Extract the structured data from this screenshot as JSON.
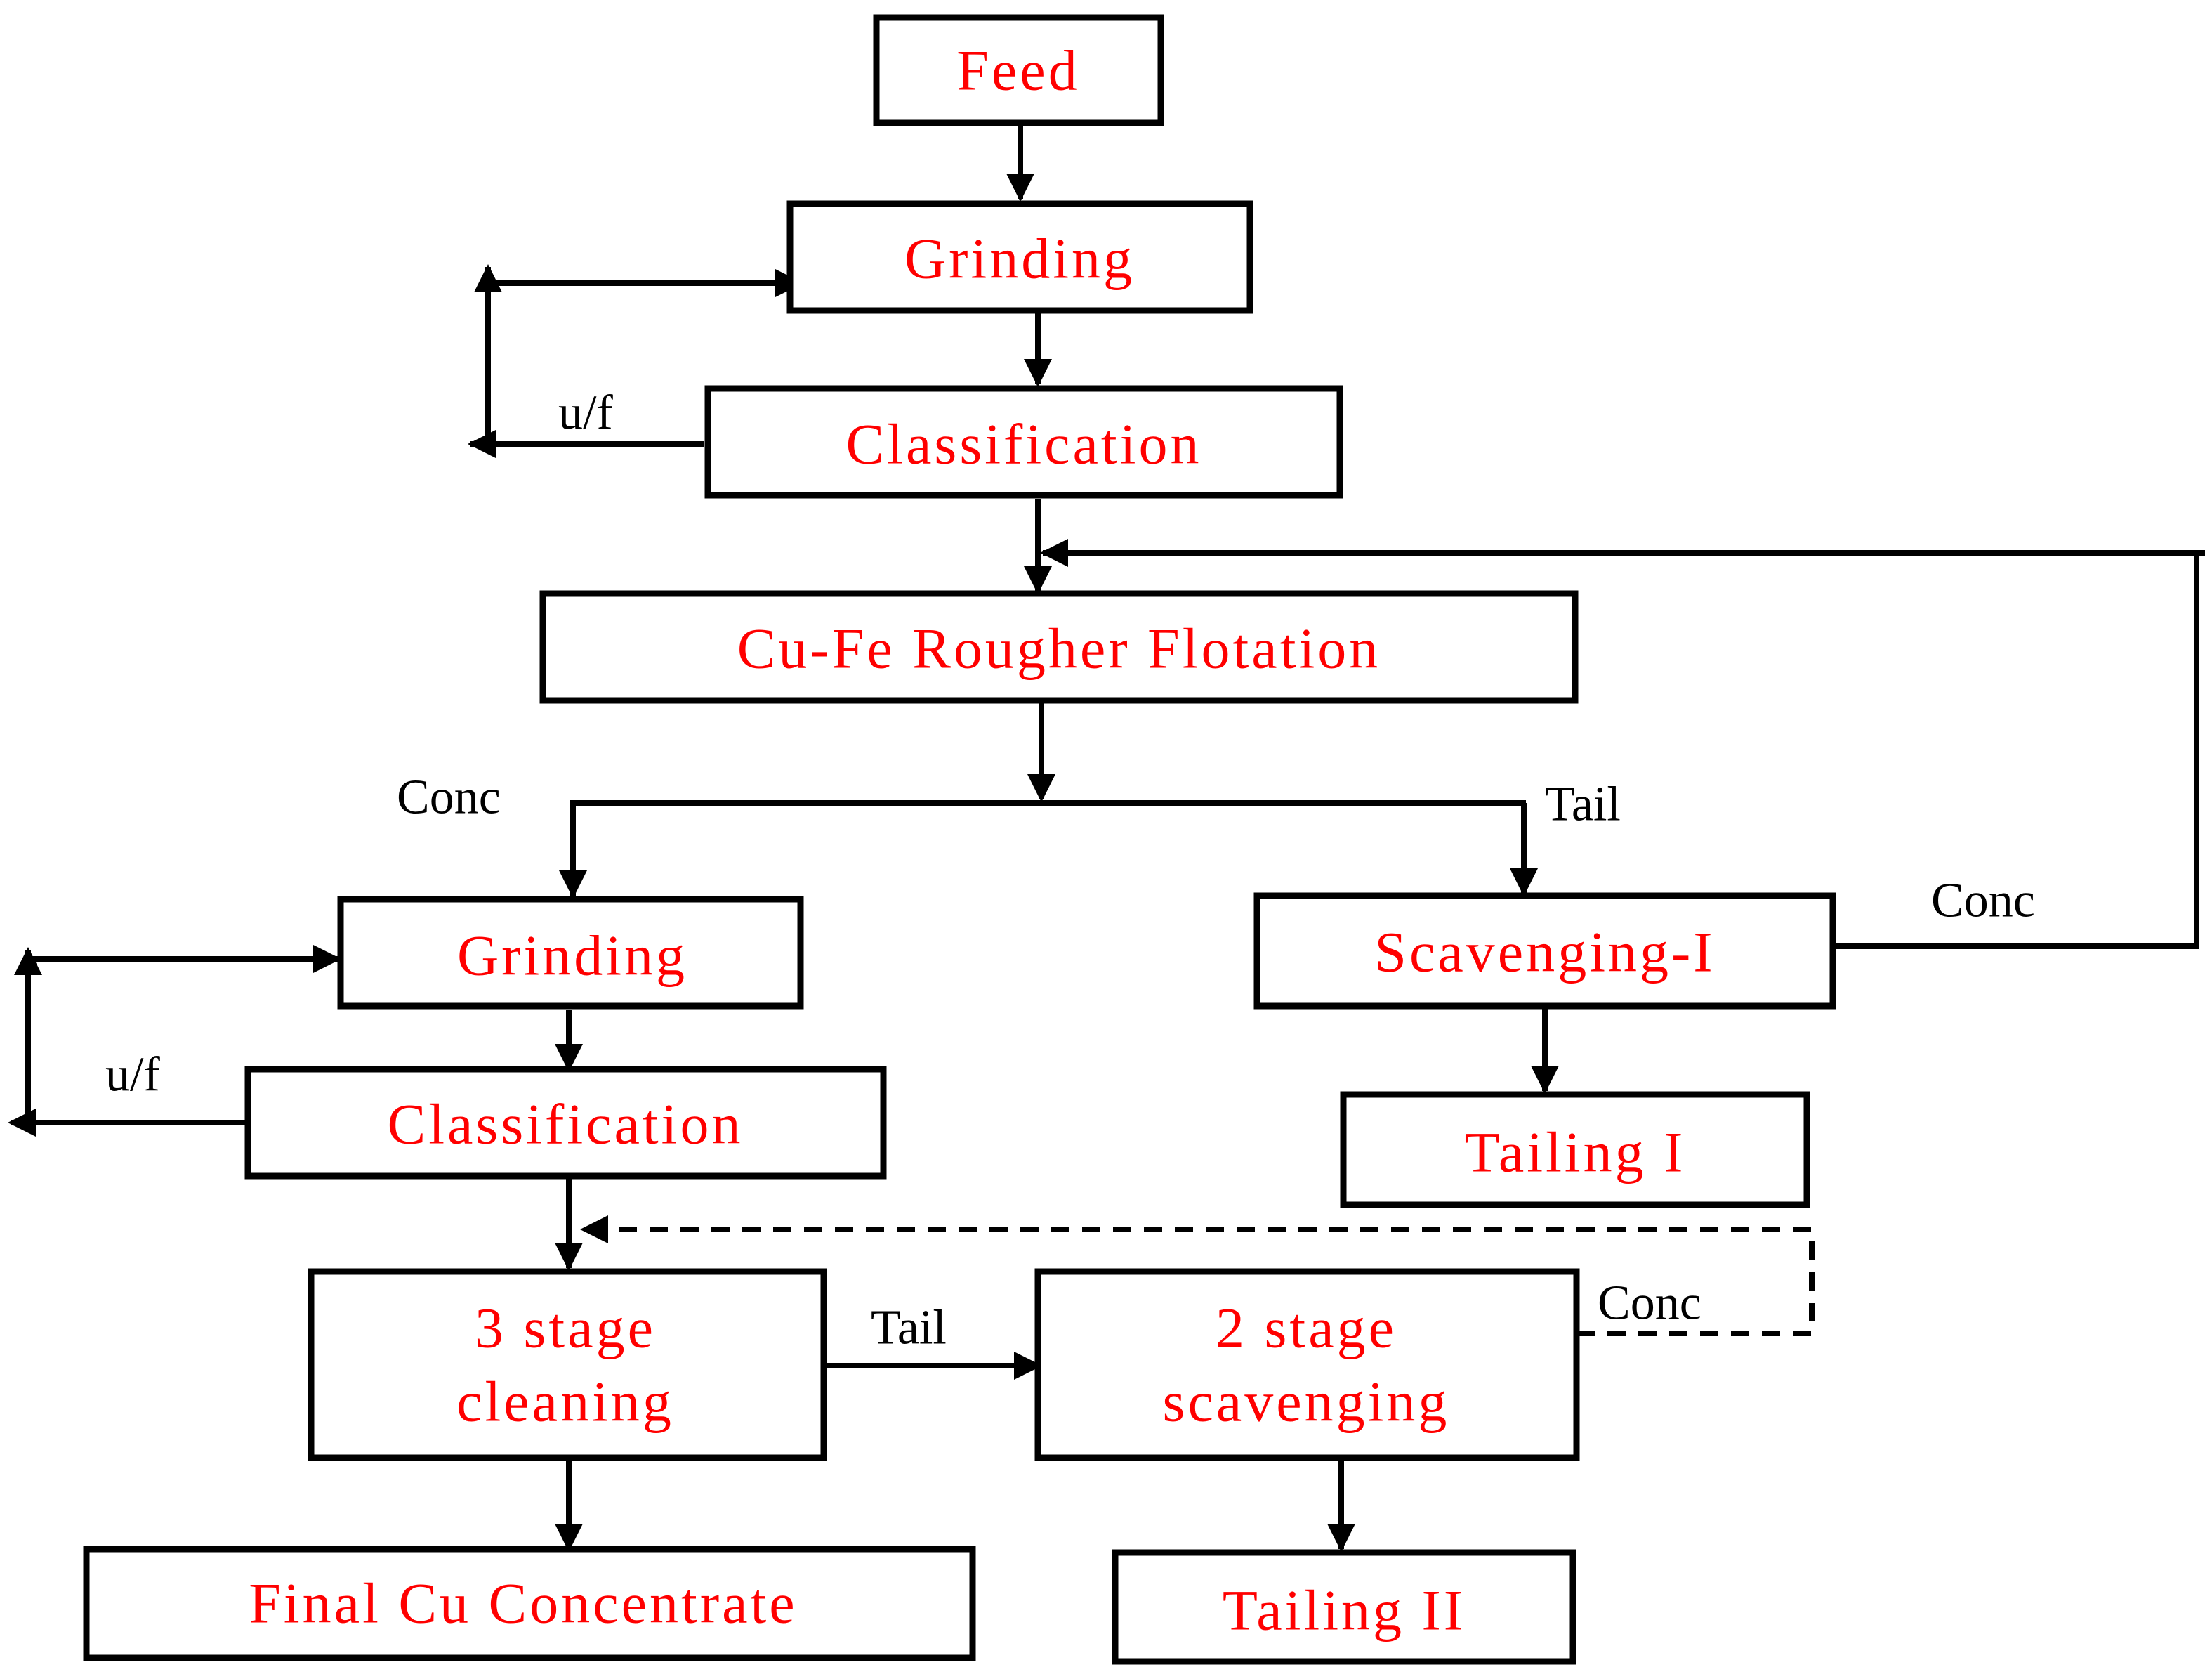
{
  "nodes": {
    "feed": "Feed",
    "grinding_1": "Grinding",
    "classification_1": "Classification",
    "rougher": "Cu-Fe Rougher Flotation",
    "grinding_2": "Grinding",
    "classification_2": "Classification",
    "scavenging_1": "Scavenging-I",
    "tailing_1": "Tailing I",
    "cleaning_line1": "3 stage",
    "cleaning_line2": "cleaning",
    "scavenging_2_line1": "2 stage",
    "scavenging_2_line2": "scavenging",
    "final_conc": "Final Cu Concentrate",
    "tailing_2": "Tailing II"
  },
  "edge_labels": {
    "uf_1": "u/f",
    "uf_2": "u/f",
    "conc_left": "Conc",
    "tail_right": "Tail",
    "conc_scav1": "Conc",
    "tail_clean": "Tail",
    "conc_scav2": "Conc"
  },
  "colors": {
    "node_text": "#ff0000",
    "lines": "#000000",
    "edge_text": "#000000"
  }
}
